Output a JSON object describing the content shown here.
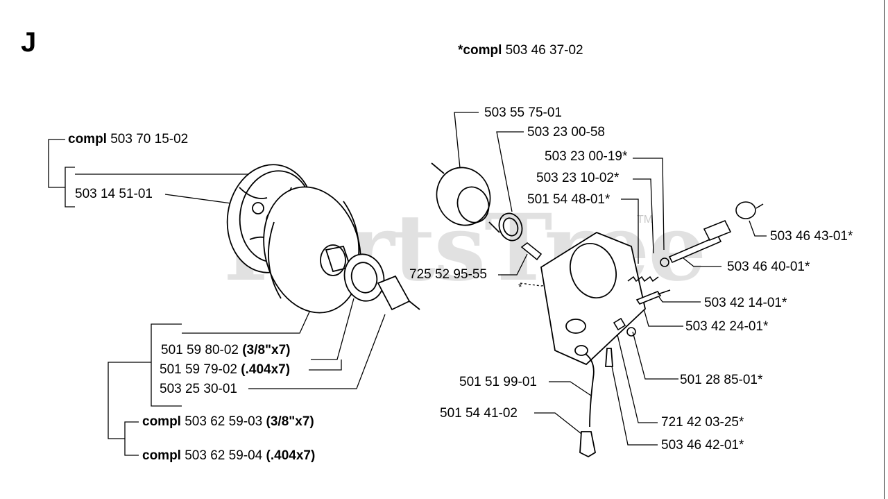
{
  "section_letter": "J",
  "watermark": "PartsTree",
  "watermark_tm": "TM",
  "assembly_note": {
    "bold": "*compl",
    "number": "503 46 37-02"
  },
  "labels": {
    "clutch_compl": {
      "bold": "compl",
      "number": "503 70 15-02"
    },
    "clutch_spring": "503 14 51-01",
    "drum_38": {
      "number": "501 59 80-02",
      "bold": "(3/8\"x7)"
    },
    "drum_404": {
      "number": "501 59 79-02",
      "bold": "(.404x7)"
    },
    "needle_bearing": "503 25 30-01",
    "drum_compl_38": {
      "bold": "compl",
      "number": "503 62 59-03",
      "suffix": "(3/8\"x7)"
    },
    "drum_compl_404": {
      "bold": "compl",
      "number": "503 62 59-04",
      "suffix": "(.404x7)"
    },
    "worm_gear": "503 55 75-01",
    "washer": "503 23 00-58",
    "screw": "725 52 95-55",
    "part_19": "503 23 00-19*",
    "part_10": "503 23 10-02*",
    "spring": "501 54 48-01*",
    "bushing": "503 46 43-01*",
    "shaft": "503 46 40-01*",
    "pin_14": "503 42 14-01*",
    "pin_24": "503 42 24-01*",
    "nut": "501 28 85-01*",
    "plug": "721 42 03-25*",
    "nipple": "503 46 42-01*",
    "hose": "501 51 99-01",
    "filter": "501 54 41-02",
    "star": "*"
  }
}
